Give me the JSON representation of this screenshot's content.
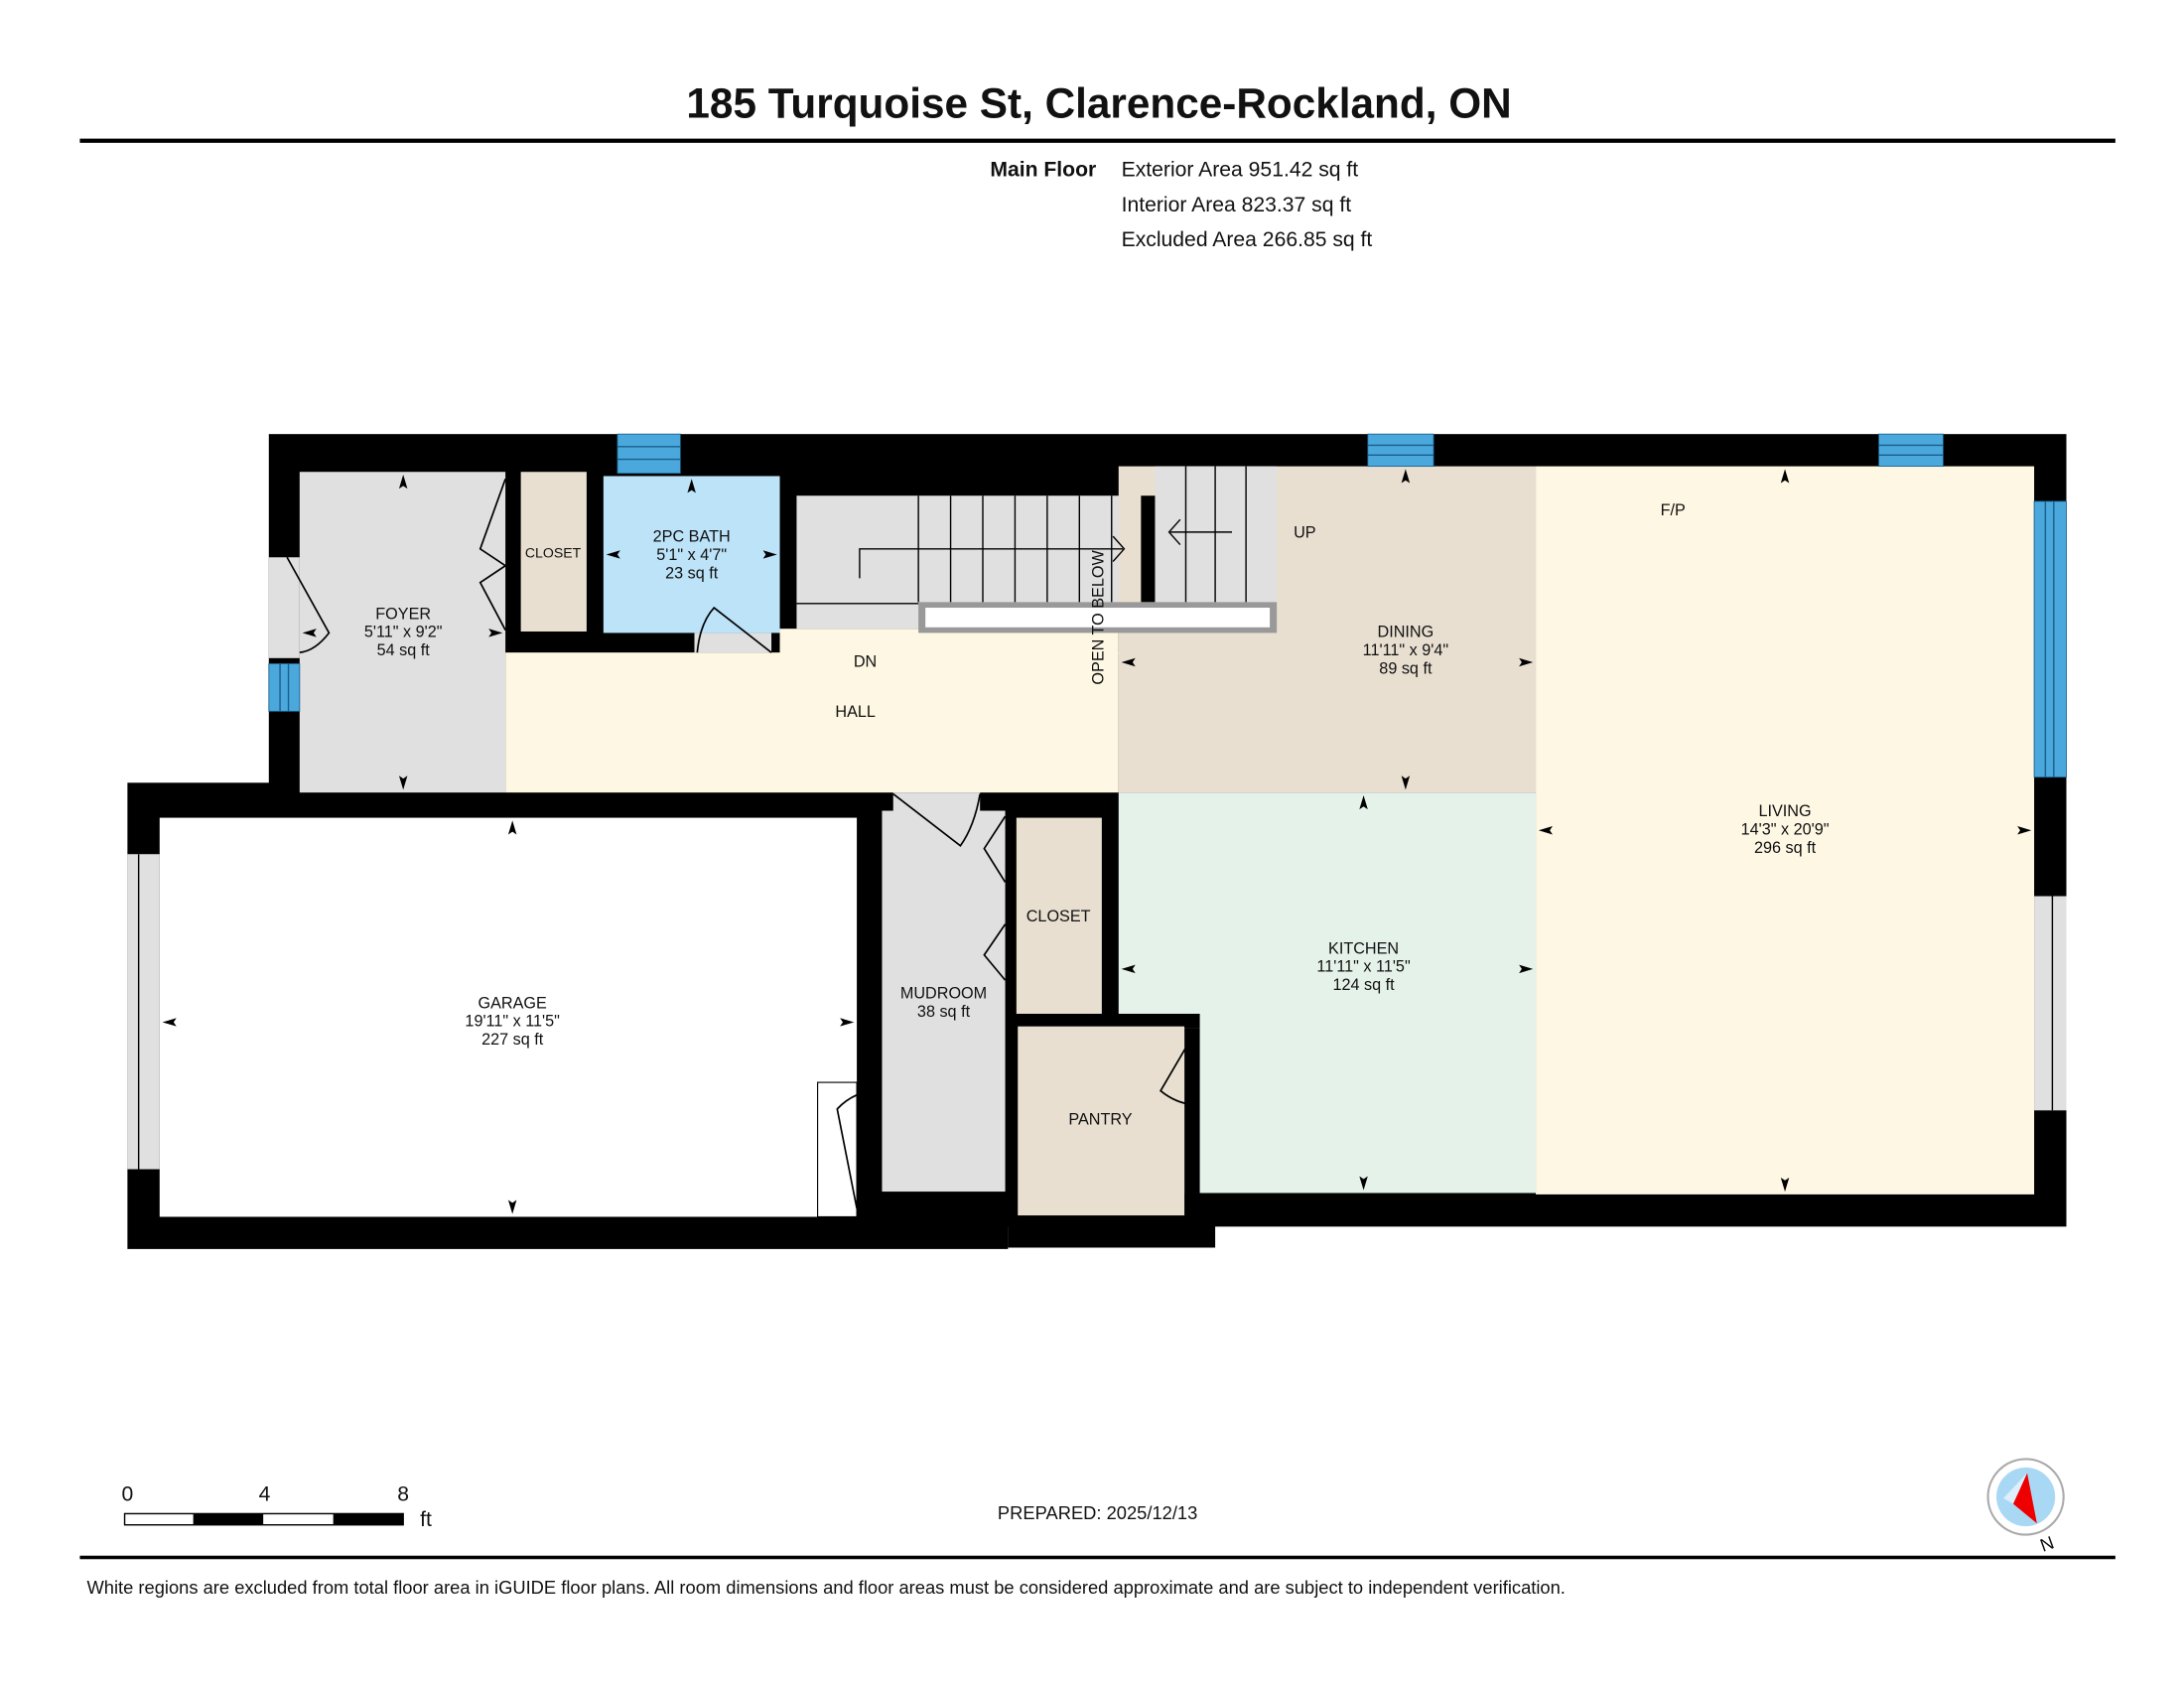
{
  "header": {
    "title": "185 Turquoise St, Clarence-Rockland, ON",
    "floor_label": "Main Floor",
    "exterior_area": "Exterior Area 951.42 sq ft",
    "interior_area": "Interior Area 823.37 sq ft",
    "excluded_area": "Excluded Area 266.85 sq ft"
  },
  "rooms": {
    "foyer": {
      "name": "FOYER",
      "dims": "5'11\" x 9'2\"",
      "area": "54 sq ft"
    },
    "foyer_closet": {
      "name": "CLOSET"
    },
    "bath": {
      "name": "2PC BATH",
      "dims": "5'1\" x 4'7\"",
      "area": "23 sq ft"
    },
    "hall": {
      "name": "HALL"
    },
    "dining": {
      "name": "DINING",
      "dims": "11'11\" x 9'4\"",
      "area": "89 sq ft"
    },
    "living": {
      "name": "LIVING",
      "dims": "14'3\" x 20'9\"",
      "area": "296 sq ft"
    },
    "kitchen": {
      "name": "KITCHEN",
      "dims": "11'11\" x 11'5\"",
      "area": "124 sq ft"
    },
    "garage": {
      "name": "GARAGE",
      "dims": "19'11\" x 11'5\"",
      "area": "227 sq ft"
    },
    "mudroom": {
      "name": "MUDROOM",
      "area": "38 sq ft"
    },
    "mud_closet": {
      "name": "CLOSET"
    },
    "pantry": {
      "name": "PANTRY"
    }
  },
  "labels": {
    "down": "DN",
    "up": "UP",
    "fireplace": "F/P",
    "open_to_below": "OPEN TO BELOW"
  },
  "scale": {
    "ticks": [
      "0",
      "4",
      "8"
    ],
    "unit": "ft"
  },
  "prepared": "PREPARED: 2025/12/13",
  "compass": {
    "label": "N"
  },
  "disclaimer": "White regions are excluded from total floor area in iGUIDE floor plans. All room dimensions and floor areas must be considered approximate and are subject to independent verification.",
  "colors": {
    "wall": "#000000",
    "window": "#4aa8dd",
    "bath": "#bde3f9",
    "hall": "#fdf7e3",
    "tan": "#e8dfd1",
    "kitchen": "#e5f2ea",
    "gray": "#e0e0e0"
  }
}
